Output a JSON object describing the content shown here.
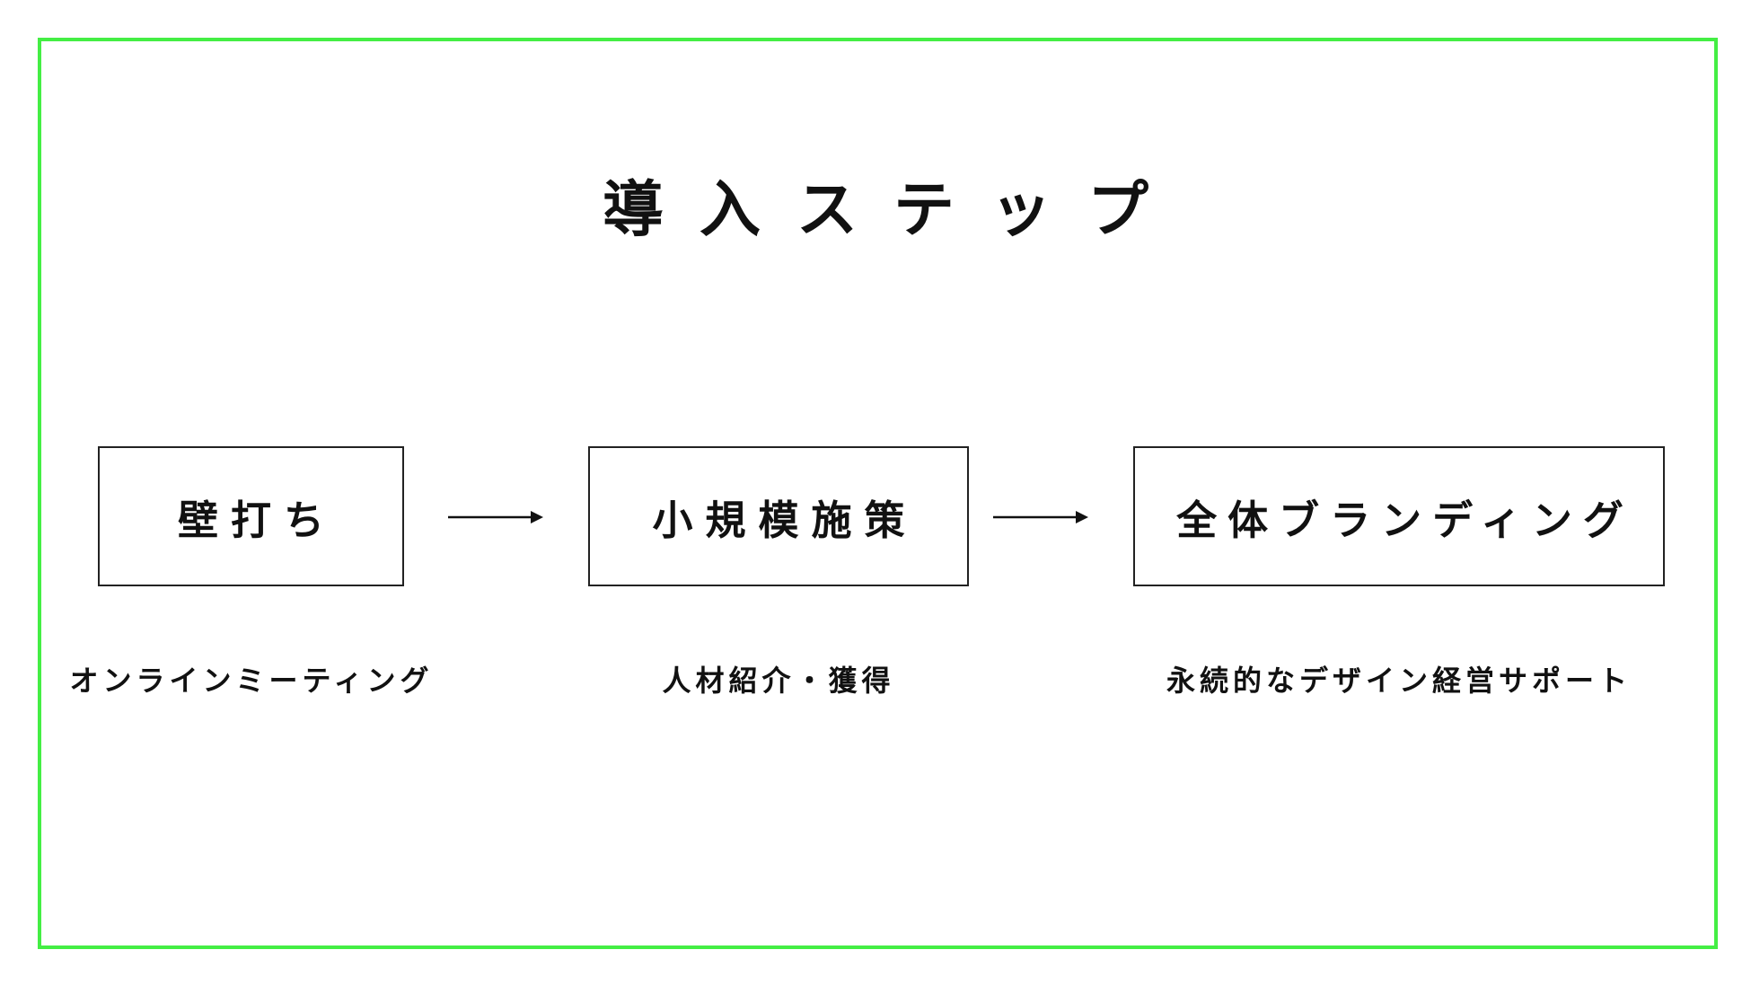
{
  "title": "導入ステップ",
  "colors": {
    "frame": "#44ee44",
    "ink": "#111111",
    "background": "#ffffff"
  },
  "steps": [
    {
      "label": "壁打ち",
      "description": "オンラインミーティング"
    },
    {
      "label": "小規模施策",
      "description": "人材紹介・獲得"
    },
    {
      "label": "全体ブランディング",
      "description": "永続的なデザイン経営サポート"
    }
  ],
  "connectors": [
    "arrow-right-icon",
    "arrow-right-icon"
  ]
}
